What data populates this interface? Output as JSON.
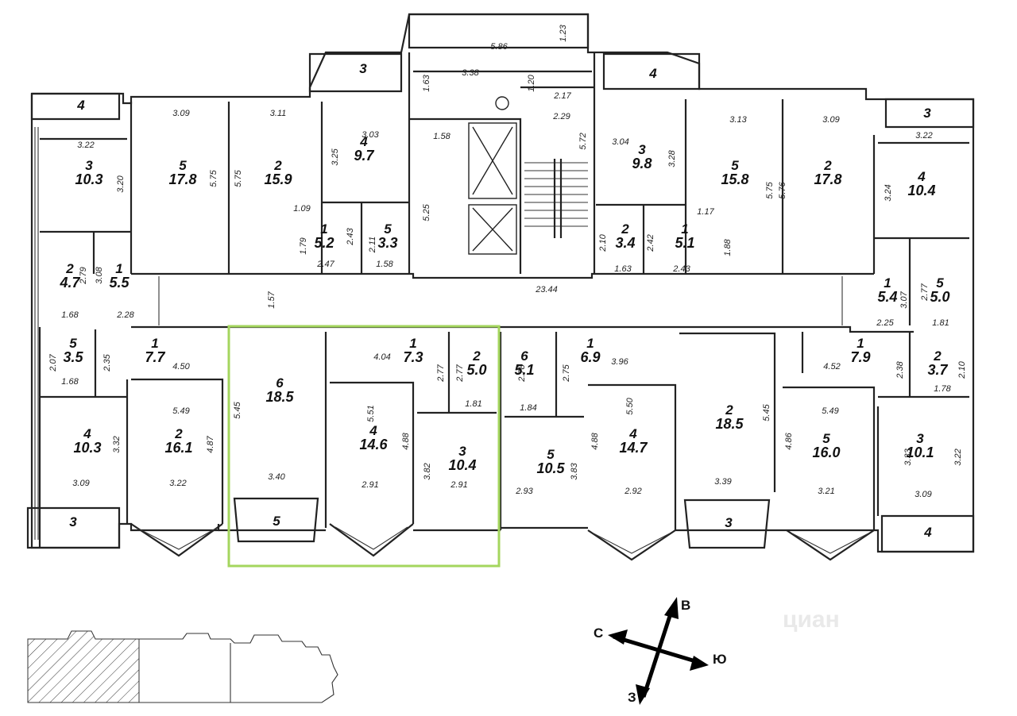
{
  "rooms": [
    {
      "no": "3",
      "area": "10.3"
    },
    {
      "no": "5",
      "area": "17.8"
    },
    {
      "no": "2",
      "area": "15.9"
    },
    {
      "no": "4",
      "area": "9.7"
    },
    {
      "no": "1",
      "area": "5.2"
    },
    {
      "no": "5",
      "area": "3.3"
    },
    {
      "no": "2",
      "area": "4.7"
    },
    {
      "no": "1",
      "area": "5.5"
    },
    {
      "no": "5",
      "area": "3.5"
    },
    {
      "no": "1",
      "area": "7.7"
    },
    {
      "no": "4",
      "area": "10.3"
    },
    {
      "no": "2",
      "area": "16.1"
    },
    {
      "no": "6",
      "area": "18.5"
    },
    {
      "no": "1",
      "area": "7.3"
    },
    {
      "no": "2",
      "area": "5.0"
    },
    {
      "no": "4",
      "area": "14.6"
    },
    {
      "no": "3",
      "area": "10.4"
    },
    {
      "no": "6",
      "area": "5.1"
    },
    {
      "no": "1",
      "area": "6.9"
    },
    {
      "no": "5",
      "area": "10.5"
    },
    {
      "no": "4",
      "area": "14.7"
    },
    {
      "no": "2",
      "area": "18.5"
    },
    {
      "no": "1",
      "area": "7.9"
    },
    {
      "no": "2",
      "area": "3.7"
    },
    {
      "no": "5",
      "area": "16.0"
    },
    {
      "no": "3",
      "area": "10.1"
    },
    {
      "no": "3",
      "area": "9.8"
    },
    {
      "no": "5",
      "area": "15.8"
    },
    {
      "no": "2",
      "area": "17.8"
    },
    {
      "no": "4",
      "area": "10.4"
    },
    {
      "no": "2",
      "area": "3.4"
    },
    {
      "no": "1",
      "area": "5.1"
    },
    {
      "no": "1",
      "area": "5.4"
    },
    {
      "no": "5",
      "area": "5.0"
    }
  ],
  "balconies": [
    "4",
    "3",
    "4",
    "3",
    "3",
    "5",
    "3",
    "4"
  ],
  "dimensions": [
    "5.86",
    "1.23",
    "3.38",
    "1.63",
    "1.20",
    "2.17",
    "2.29",
    "5.72",
    "1.58",
    "5.25",
    "3.09",
    "3.11",
    "3.03",
    "3.25",
    "3.22",
    "3.20",
    "5.75",
    "5.75",
    "1.09",
    "1.79",
    "2.43",
    "2.11",
    "2.47",
    "1.58",
    "2.79",
    "3.08",
    "1.68",
    "2.28",
    "1.57",
    "23.44",
    "2.07",
    "2.35",
    "4.50",
    "1.68",
    "5.49",
    "5.45",
    "3.32",
    "4.87",
    "3.09",
    "3.22",
    "3.40",
    "4.04",
    "2.77",
    "2.77",
    "1.81",
    "5.51",
    "4.88",
    "3.82",
    "2.91",
    "2.91",
    "2.78",
    "2.75",
    "3.96",
    "1.84",
    "5.50",
    "4.88",
    "3.83",
    "2.93",
    "2.92",
    "5.45",
    "3.39",
    "4.52",
    "2.38",
    "2.10",
    "1.78",
    "5.49",
    "4.86",
    "3.33",
    "3.22",
    "3.21",
    "3.09",
    "3.04",
    "3.28",
    "3.13",
    "3.09",
    "5.75",
    "5.76",
    "3.22",
    "3.24",
    "2.10",
    "2.42",
    "1.17",
    "1.88",
    "1.63",
    "2.43",
    "3.07",
    "2.77",
    "2.25",
    "1.81"
  ],
  "compass": {
    "north": "С",
    "east": "В",
    "south": "Ю",
    "west": "З"
  },
  "highlight_color": "#a4d65e",
  "watermark": "циан"
}
